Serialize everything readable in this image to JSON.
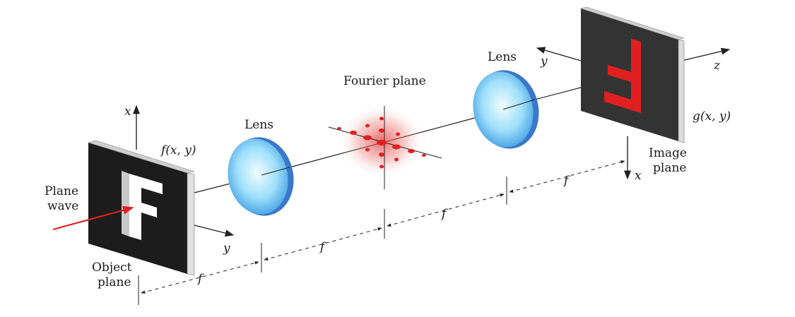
{
  "labels": {
    "plane_wave_line1": "Plane",
    "plane_wave_line2": "wave",
    "object_plane_line1": "Object",
    "object_plane_line2": "plane",
    "image_plane_line1": "Image",
    "image_plane_line2": "plane",
    "lens_left": "Lens",
    "lens_right": "Lens",
    "fourier_plane": "Fourier plane",
    "f_xy": "f(x, y)",
    "g_xy": "g(x, y)",
    "axis_x_object": "x",
    "axis_y_object": "y",
    "axis_x_image": "x",
    "axis_y_image": "y",
    "axis_z": "z",
    "focal_1": "f",
    "focal_2": "f",
    "focal_3": "f",
    "focal_4": "f"
  },
  "colors": {
    "plane": "#1c1c1c",
    "image_plane": "#333333",
    "letter_object": "#ffffff",
    "letter_image": "#e02020",
    "lens_center": "#e8fbff",
    "lens_edge": "#4aa3e6",
    "fourier_glow": "#e83a3a",
    "arrow_wave": "#e02020"
  },
  "icons": {
    "object_letter": "letter-F-icon",
    "image_letter": "inverted-letter-F-icon"
  }
}
